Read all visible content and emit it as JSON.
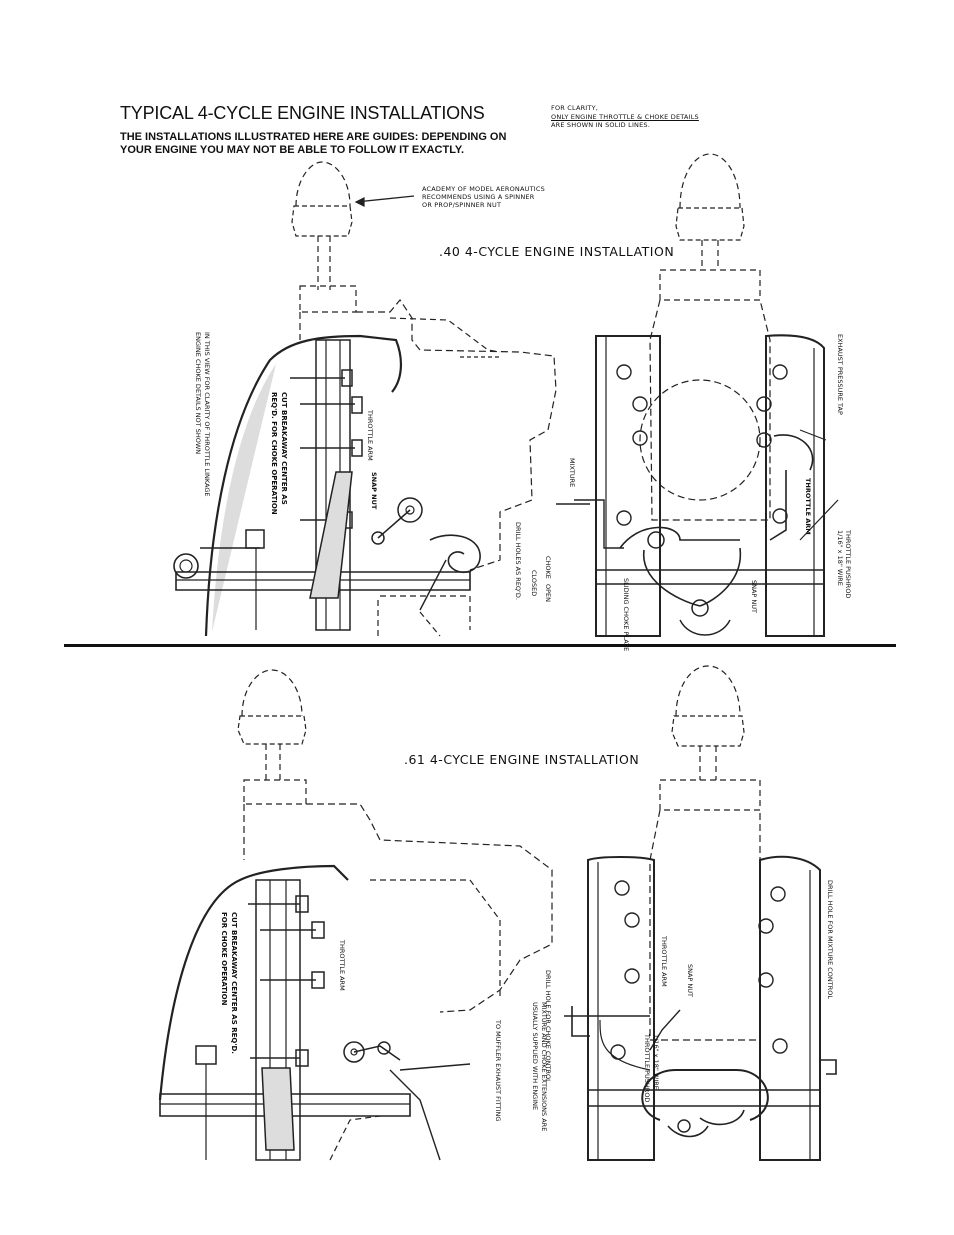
{
  "header": {
    "title": "TYPICAL 4-CYCLE ENGINE INSTALLATIONS",
    "subtitle": "THE INSTALLATIONS ILLUSTRATED HERE ARE GUIDES: DEPENDING ON YOUR ENGINE YOU MAY NOT BE ABLE TO FOLLOW IT EXACTLY.",
    "clarity_line1": "FOR CLARITY,",
    "clarity_line2": "ONLY ENGINE THROTTLE & CHOKE DETAILS",
    "clarity_line3": "ARE SHOWN IN SOLID LINES."
  },
  "top_section": {
    "caption": ".40 4-CYCLE ENGINE INSTALLATION",
    "ama_note_1": "ACADEMY OF MODEL AERONAUTICS",
    "ama_note_2": "RECOMMENDS USING A SPINNER",
    "ama_note_3": "OR PROP/SPINNER NUT",
    "choke_note_1": "ENGINE CHOKE DETAILS NOT SHOWN",
    "choke_note_2": "IN THIS VIEW FOR CLARITY OF THROTTLE LINKAGE",
    "cut_note_1": "CUT BREAKAWAY CENTER AS",
    "cut_note_2": "REQ'D. FOR CHOKE OPERATION",
    "throttle_arm": "THROTTLE ARM",
    "snap_nut": "SNAP NUT",
    "mixture": "MIXTURE",
    "drill_holes": "DRILL HOLES AS REQ'D.",
    "choke": "CHOKE",
    "closed": "CLOSED",
    "open": "OPEN",
    "sliding_choke_plate": "SLIDING CHOKE PLATE",
    "snap_nut_right": "SNAP NUT",
    "throttle_arm_right": "THROTTLE ARM",
    "exhaust_tap": "EXHAUST PRESSURE TAP",
    "pushrod_1": "THROTTLE PUSHROD",
    "pushrod_2": "1/16\" x 18\" WIRE"
  },
  "bottom_section": {
    "caption": ".61 4-CYCLE ENGINE INSTALLATION",
    "cut_note_1": "CUT BREAKAWAY CENTER AS REQ'D.",
    "cut_note_2": "FOR CHOKE OPERATION",
    "throttle_arm": "THROTTLE ARM",
    "muffler": "TO MUFFLER EXHAUST FITTING",
    "mixture_note_1": "MIXTURE AND CHOKE EXTENSIONS ARE",
    "mixture_note_2": "USUALLY SUPPLIED WITH ENGINE",
    "drill_choke": "DRILL HOLE FOR CHOKE CONTROL",
    "throttle_arm_right": "THROTTLE ARM",
    "snap_nut": "SNAP NUT",
    "pushrod_1": "1/16\" x 18\" WIRE",
    "pushrod_2": "THROTTLE PUSHROD",
    "drill_mixture": "DRILL HOLE FOR MIXTURE CONTROL"
  }
}
